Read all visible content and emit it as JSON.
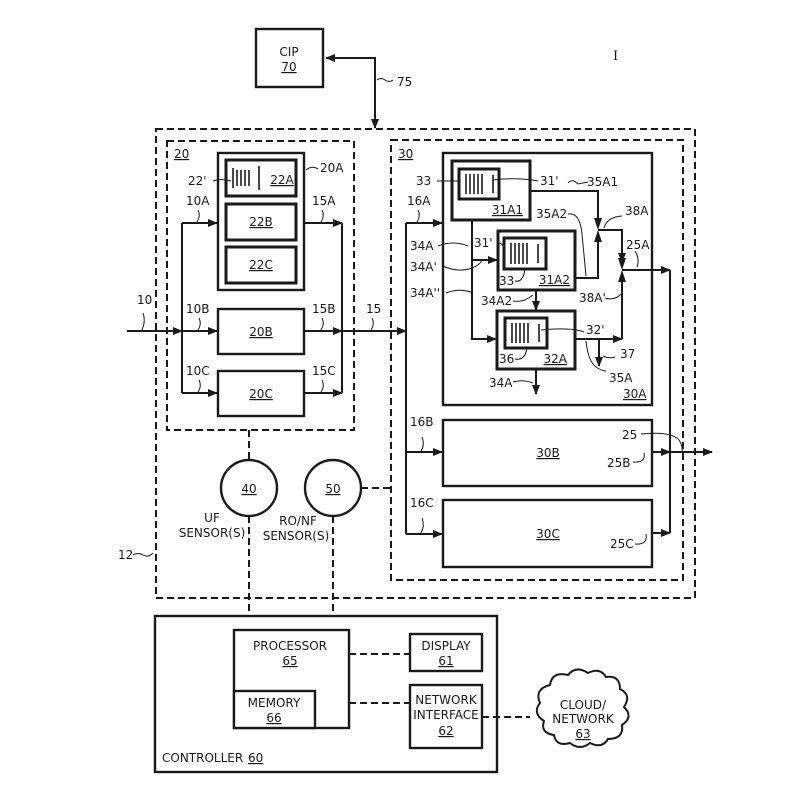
{
  "figure": {
    "fig_mark": "I",
    "colors": {
      "ink": "#1a1a1a",
      "background": "#ffffff"
    }
  },
  "cip": {
    "name": "CIP",
    "ref": "70",
    "link_ref": "75"
  },
  "system": {
    "ref": "12"
  },
  "uf_stage": {
    "ref": "20",
    "group_ref": "20A",
    "blocks": {
      "a": "22A",
      "b": "22B",
      "c": "22C",
      "b2": "20B",
      "c2": "20C"
    },
    "membrane_ref": "22'",
    "inlet_labels": {
      "feed": "10",
      "a": "10A",
      "b": "10B",
      "c": "10C"
    },
    "outlet_labels": {
      "a": "15A",
      "b": "15B",
      "c": "15C",
      "combined": "15"
    }
  },
  "ro_stage": {
    "ref": "30",
    "group_ref": "30A",
    "blocks": {
      "a1": "31A1",
      "a2": "31A2",
      "a3": "32A",
      "b": "30B",
      "c": "30C"
    },
    "labels": {
      "in_a": "16A",
      "in_b": "16B",
      "in_c": "16C",
      "m1": "31'",
      "m2": "31'",
      "m3": "32'",
      "v1": "33",
      "v2": "33",
      "v3": "36",
      "p1": "34A",
      "p2": "34A'",
      "p3": "34A''",
      "p4": "34A2",
      "p5": "34A",
      "c1": "35A1",
      "c2": "35A2",
      "c3": "35A",
      "valve1": "38A",
      "valve2": "38A'",
      "drain": "37",
      "out_a": "25A",
      "out_b": "25B",
      "out_c": "25C",
      "out": "25"
    }
  },
  "sensors": [
    {
      "ref": "40",
      "name_line1": "UF",
      "name_line2": "SENSOR(S)"
    },
    {
      "ref": "50",
      "name_line1": "RO/NF",
      "name_line2": "SENSOR(S)"
    }
  ],
  "controller": {
    "name": "CONTROLLER",
    "ref": "60",
    "processor": {
      "name": "PROCESSOR",
      "ref": "65"
    },
    "memory": {
      "name": "MEMORY",
      "ref": "66"
    },
    "display": {
      "name": "DISPLAY",
      "ref": "61"
    },
    "network_interface": {
      "name_line1": "NETWORK",
      "name_line2": "INTERFACE",
      "ref": "62"
    }
  },
  "cloud": {
    "name_line1": "CLOUD/",
    "name_line2": "NETWORK",
    "ref": "63"
  }
}
